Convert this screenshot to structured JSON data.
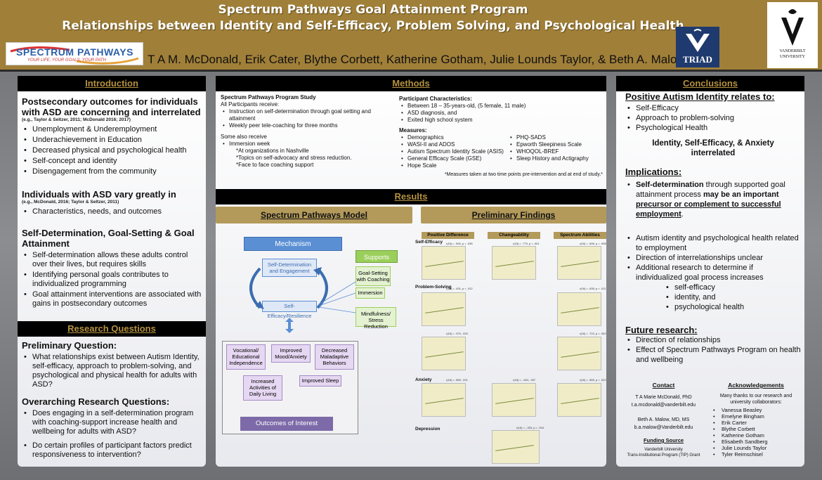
{
  "header": {
    "title1": "Spectrum Pathways Goal Attainment Program",
    "title2": "Relationships between Identity and Self-Efficacy, Problem Solving, and Psychological Health",
    "logo_text": "SPECTRUM PATHWAYS",
    "logo_tagline": "YOUR LIFE, YOUR GOALS, YOUR PATH",
    "authors": "T A M. McDonald, Erik Cater, Blythe Corbett, Katherine Gotham, Julie Lounds Taylor, & Beth A. Malow",
    "triad_label": "TRIAD",
    "vu_label1": "VANDERBILT",
    "vu_label2": "UNIVERSITY"
  },
  "intro": {
    "title": "Introduction",
    "h1": "Postsecondary outcomes for individuals with ASD are concerning and interrelated",
    "cite1": "(e.g., Taylor & Seltzer, 2011; McDonald 2016; 2017)",
    "items1": [
      "Unemployment & Underemployment",
      "Underachievement in Education",
      "Decreased physical and psychological health",
      "Self-concept and identity",
      "Disengagement from the community"
    ],
    "h2": "Individuals with ASD vary greatly in",
    "cite2": "(e.g., McDonald, 2016; Taylor & Seltzer, 2011)",
    "items2": [
      "Characteristics, needs, and outcomes"
    ],
    "h3": "Self-Determination, Goal-Setting & Goal Attainment",
    "items3": [
      "Self-determination allows these adults control over their lives, but requires skills",
      "Identifying personal goals contributes to individualized programming",
      "Goal attainment interventions are associated with gains in postsecondary outcomes"
    ]
  },
  "rq": {
    "title": "Research Questions",
    "h1": "Preliminary Question:",
    "items1": [
      "What relationships exist between Autism Identity, self-efficacy, approach to problem-solving, and psychological and physical health for adults with ASD?"
    ],
    "h2": "Overarching Research Questions:",
    "items2": [
      "Does engaging in a self-determination program with coaching-support increase health and wellbeing for adults with ASD?",
      "Do certain profiles of participant factors predict responsiveness to intervention?"
    ]
  },
  "methods": {
    "title": "Methods",
    "study_h": "Spectrum Pathways Program Study",
    "study_p": "All Participants receive:",
    "study_items": [
      "Instruction on self-determination through goal setting and attainment",
      "Weekly peer tele-coaching for three months"
    ],
    "also_p": "Some also receive",
    "also_items": [
      "Immersion week"
    ],
    "also_sub": [
      "*At organizations in Nashville",
      "*Topics on self-advocacy and stress reduction.",
      "*Face to face coaching support"
    ],
    "pc_h": "Participant Characteristics:",
    "pc_items": [
      "Between 18 – 35-years-old, (5 female, 11 male)",
      "ASD diagnosis, and",
      "Exited high school system"
    ],
    "meas_h": "Measures:",
    "meas_left": [
      "Demographics",
      "WASI-II and ADOS",
      "Autism Spectrum Identity Scale (ASIS)",
      "General Efficacy Scale (GSE)",
      "Hope Scale"
    ],
    "meas_right": [
      "PHQ-SADS",
      "Epworth Sleepiness Scale",
      "WHOQOL-BREF",
      "Sleep History and Actigraphy"
    ],
    "note": "*Measures taken at two time points pre-intervention and at end of study.*"
  },
  "results": {
    "title": "Results",
    "model_title": "Spectrum Pathways Model",
    "findings_title": "Preliminary Findings",
    "mechanism": "Mechanism",
    "sd_box": "Self-Determination and Engagement",
    "se_box": "Self-Efficacy/Resilience",
    "supports": "Supports",
    "sup_items": [
      "Goal-Setting with Coaching",
      "Immersion",
      "Mindfulness/ Stress Reduction"
    ],
    "outcomes": [
      "Vocational/ Educational Independence",
      "Improved Mood/Anxiety",
      "Decreased Maladaptive Behaviors",
      "Increased Activities of Daily Living",
      "Improved Sleep"
    ],
    "outcomes_label": "Outcomes of Interest",
    "col_heads": [
      "Positive Difference",
      "Changeability",
      "Spectrum Abilities"
    ],
    "row_labels": [
      "Self-Efficacy",
      "Problem-Solving",
      "Anxiety",
      "Depression"
    ],
    "stats": [
      "r(16) = .500, p = .035",
      "r(16) = .779, p < .001",
      "r(16) = .606, p = .008",
      "r(16) = .431, p = .312",
      "r(16) = .635, p = .011",
      "r(16) = .370, .020",
      "r(16) = .722, p = .002",
      "r(16) = .569, .021",
      "r(16) = -.524, .037",
      "r(16) = .569, p = .022",
      "r(16) = -.333, p = .204"
    ]
  },
  "conclusions": {
    "title": "Conclusions",
    "h1": "Positive Autism Identity relates to:",
    "items1": [
      "Self-Efficacy",
      "Approach to problem-solving",
      "Psychological Health"
    ],
    "center": "Identity, Self-Efficacy, & Anxiety interrelated",
    "h2": "Implications:",
    "imp_a": "Self-determination",
    "imp_b": " through supported goal attainment process ",
    "imp_c": "may be an important ",
    "imp_d": "precursor or complement to successful employment",
    "imp_e": ".",
    "items2": [
      "Autism identity and psychological health related to employment",
      "Direction of interrelationships unclear",
      "Additional research to determine if individualized goal process increases"
    ],
    "sub2": [
      "self-efficacy",
      "identity, and",
      "psychological health"
    ],
    "h3": "Future research:",
    "items3": [
      "Direction of relationships",
      "Effect of Spectrum Pathways Program on health and wellbeing"
    ],
    "contact_h": "Contact",
    "contact": [
      "T A Marie McDonald, PhD",
      "t.a.mcdonald@vanderbilt.edu",
      "Beth A. Malow, MD, MS",
      "b.a.malow@Vanderbilt.edu"
    ],
    "funding_h": "Funding Source",
    "funding": [
      "Vanderbilt University",
      "Trans-Institutional Program (TIP) Grant"
    ],
    "ack_h": "Acknowledgements",
    "ack_p": "Many thanks to our research and university collaborators:",
    "ack_items": [
      "Vanessa Beasley",
      "Emelyne Bingham",
      "Erik Carter",
      "Blythe Corbett",
      "Katherine Gotham",
      "Elisabeth Sandberg",
      "Julie Lounds Taylor",
      "Tyler Reimschisel"
    ]
  },
  "colors": {
    "gold": "#a07f38",
    "header_text": "#b5913f",
    "mechanism": "#5b8fd4",
    "supports": "#9bcf5b",
    "outcomes": "#7d6aa8"
  }
}
